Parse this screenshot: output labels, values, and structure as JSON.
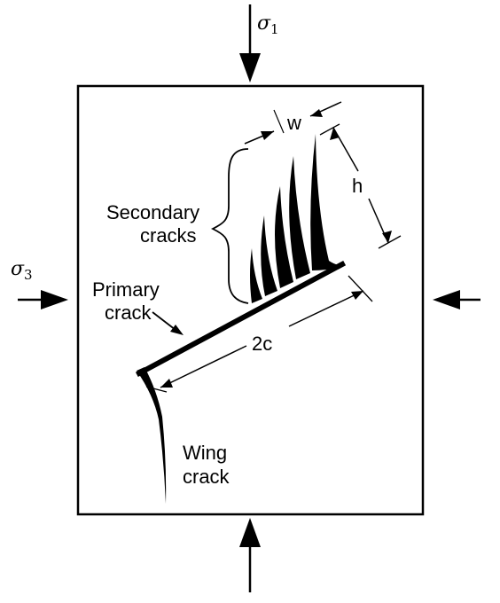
{
  "stress": {
    "sigma1": {
      "symbol": "σ",
      "subscript": "1"
    },
    "sigma3": {
      "symbol": "σ",
      "subscript": "3"
    }
  },
  "labels": {
    "secondary_1": "Secondary",
    "secondary_2": "cracks",
    "primary_1": "Primary",
    "primary_2": "crack",
    "wing_1": "Wing",
    "wing_2": "crack"
  },
  "dimensions": {
    "width": "w",
    "height": "h",
    "crack_length": "2c"
  },
  "colors": {
    "ink": "#000000",
    "paper": "#ffffff"
  }
}
